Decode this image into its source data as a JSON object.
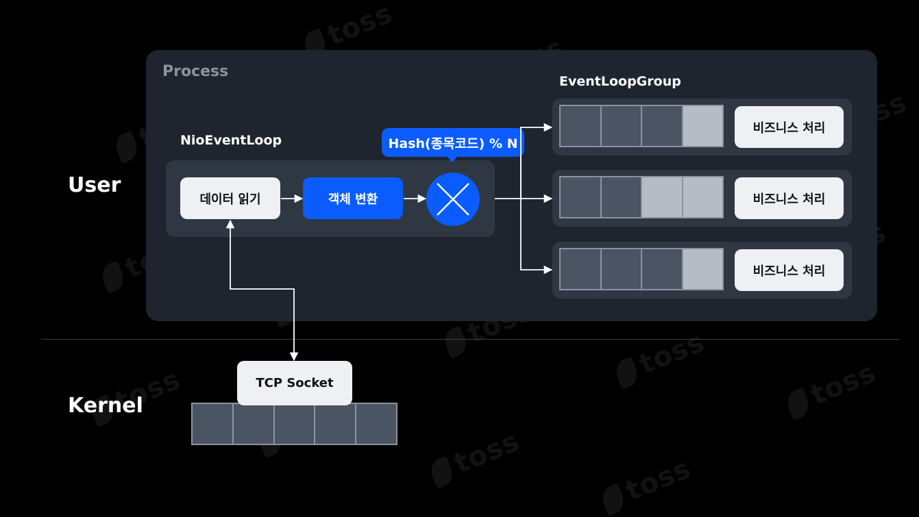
{
  "watermark": "toss",
  "layers": {
    "user": "User",
    "kernel": "Kernel"
  },
  "process": {
    "title": "Process"
  },
  "nio_event_loop": {
    "title": "NioEventLoop",
    "read_data": "데이터 읽기",
    "transform": "객체 변환",
    "hash_label": "Hash(종목코드) % N"
  },
  "event_loop_group": {
    "title": "EventLoopGroup",
    "groups": [
      {
        "business": "비즈니스 처리",
        "filled_cells": 1
      },
      {
        "business": "비즈니스 처리",
        "filled_cells": 2
      },
      {
        "business": "비즈니스 처리",
        "filled_cells": 1
      }
    ]
  },
  "kernel": {
    "tcp_socket": "TCP Socket"
  },
  "colors": {
    "accent": "#0a5cff",
    "panel": "#1f252f",
    "box": "#2f3743",
    "node": "#eef0f3"
  }
}
